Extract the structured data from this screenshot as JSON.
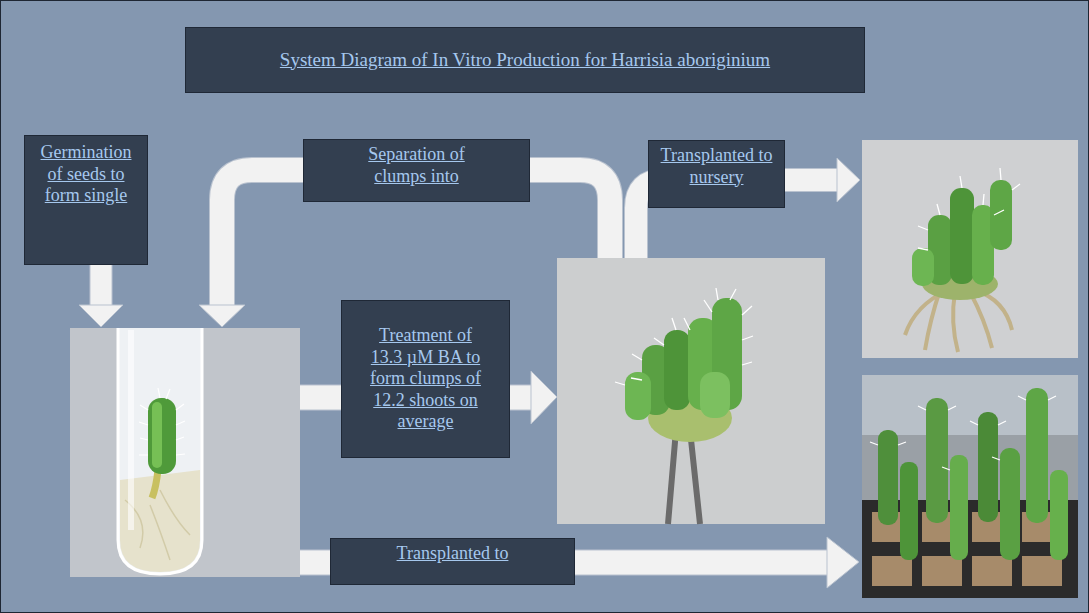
{
  "diagram": {
    "title": "System Diagram of In Vitro Production for Harrisia aboriginium",
    "nodes": [
      {
        "text": [
          "Germination of seeds to form single"
        ]
      },
      {
        "text": [
          "Separation of clumps into"
        ]
      },
      {
        "text": [
          "Transplanted to nursery"
        ]
      },
      {
        "text": [
          "Treatment of 13.3 µM BA to form clumps of 12.2 shoots on average"
        ]
      },
      {
        "text": [
          "Transplanted to"
        ]
      }
    ]
  }
}
